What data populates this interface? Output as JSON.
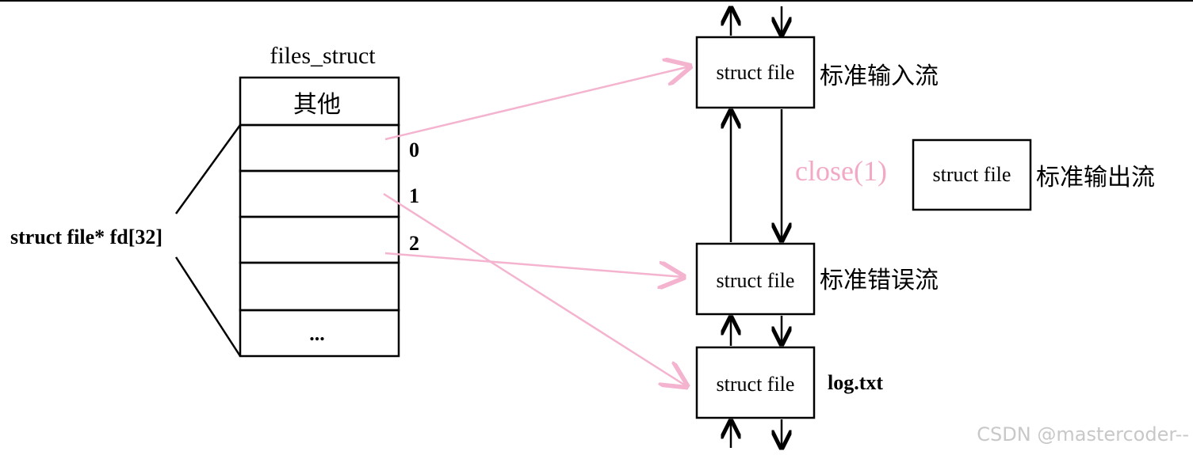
{
  "files_struct": {
    "title": "files_struct",
    "slots": [
      "其他",
      "",
      "",
      "",
      "",
      "..."
    ],
    "fd_label": "struct file* fd[32]",
    "indices": [
      "0",
      "1",
      "2"
    ]
  },
  "file_nodes": {
    "stdin": {
      "box_label": "struct file",
      "desc": "标准输入流"
    },
    "stdout": {
      "box_label": "struct file",
      "desc": "标准输出流"
    },
    "stderr": {
      "box_label": "struct file",
      "desc": "标准错误流"
    },
    "log": {
      "box_label": "struct file",
      "desc": "log.txt"
    }
  },
  "close_call": "close(1)",
  "watermark": "CSDN @mastercoder--",
  "colors": {
    "line": "#000000",
    "pointer": "#f4b3ce",
    "close_text": "#f2a9c6",
    "watermark": "#c8c8c8"
  }
}
